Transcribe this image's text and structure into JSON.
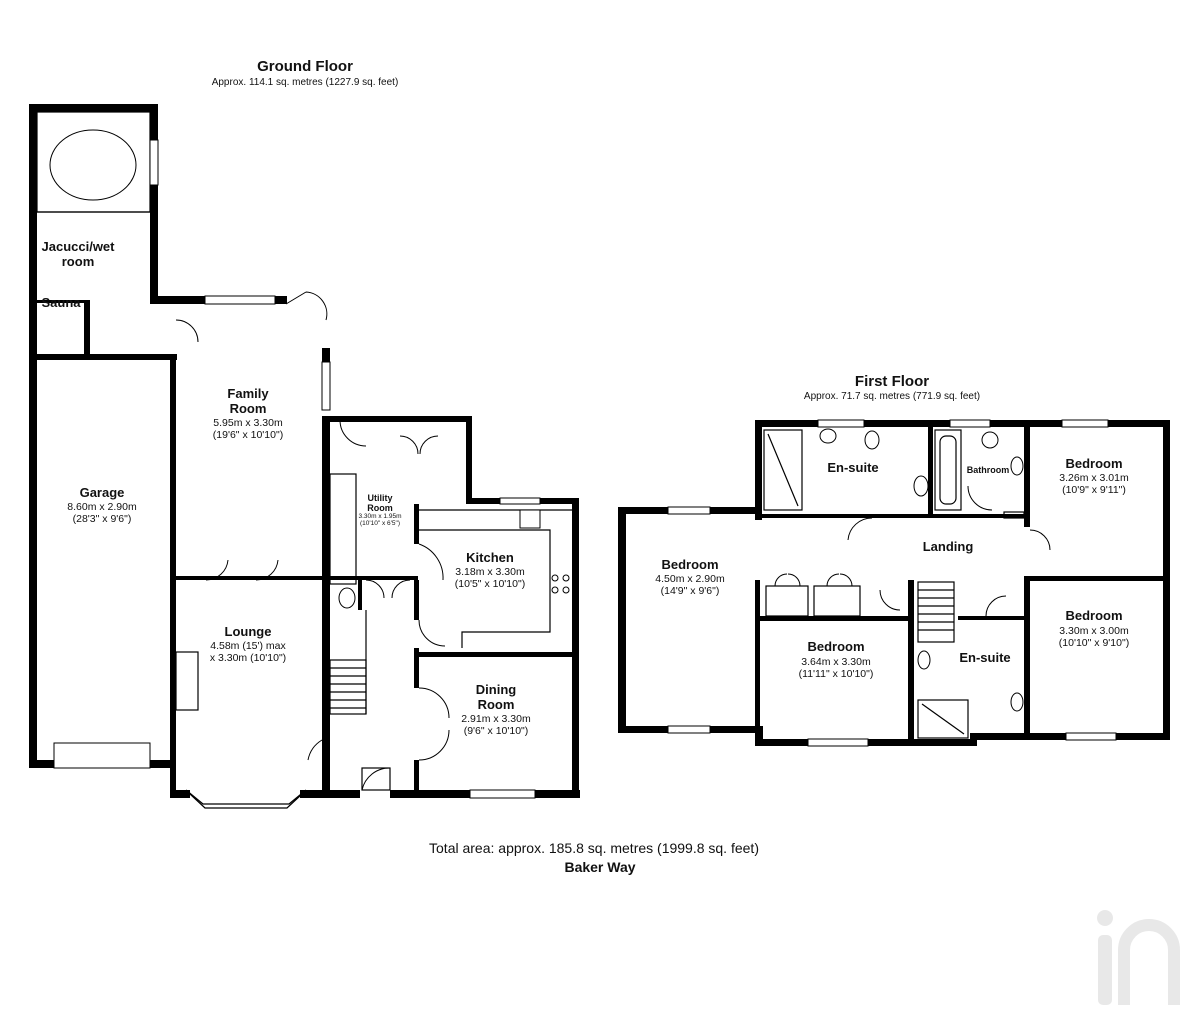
{
  "ground_floor": {
    "title": "Ground Floor",
    "area": "Approx. 114.1 sq. metres (1227.9 sq. feet)",
    "rooms": {
      "jacuzzi": {
        "name_line1": "Jacucci/wet",
        "name_line2": "room"
      },
      "sauna": {
        "name": "Sauna"
      },
      "garage": {
        "name": "Garage",
        "dim_m": "8.60m x 2.90m",
        "dim_ft": "(28'3\" x 9'6\")"
      },
      "family_room": {
        "name_line1": "Family",
        "name_line2": "Room",
        "dim_m": "5.95m x 3.30m",
        "dim_ft": "(19'6\" x 10'10\")"
      },
      "utility_room": {
        "name_line1": "Utility",
        "name_line2": "Room",
        "dim_m": "3.30m x 1.95m",
        "dim_ft": "(10'10\" x 6'5\")"
      },
      "kitchen": {
        "name": "Kitchen",
        "dim_m": "3.18m x 3.30m",
        "dim_ft": "(10'5\" x 10'10\")"
      },
      "lounge": {
        "name": "Lounge",
        "dim_m": "4.58m (15') max",
        "dim_ft": "x 3.30m (10'10\")"
      },
      "dining_room": {
        "name_line1": "Dining",
        "name_line2": "Room",
        "dim_m": "2.91m x 3.30m",
        "dim_ft": "(9'6\" x 10'10\")"
      }
    }
  },
  "first_floor": {
    "title": "First Floor",
    "area": "Approx. 71.7 sq. metres (771.9 sq. feet)",
    "rooms": {
      "ensuite_top": {
        "name": "En-suite"
      },
      "bathroom": {
        "name": "Bathroom"
      },
      "bedroom_ne": {
        "name": "Bedroom",
        "dim_m": "3.26m x 3.01m",
        "dim_ft": "(10'9\" x 9'11\")"
      },
      "landing": {
        "name": "Landing"
      },
      "bedroom_w": {
        "name": "Bedroom",
        "dim_m": "4.50m x 2.90m",
        "dim_ft": "(14'9\" x 9'6\")"
      },
      "bedroom_c": {
        "name": "Bedroom",
        "dim_m": "3.64m x 3.30m",
        "dim_ft": "(11'11\" x 10'10\")"
      },
      "ensuite_mid": {
        "name": "En-suite"
      },
      "bedroom_se": {
        "name": "Bedroom",
        "dim_m": "3.30m x 3.00m",
        "dim_ft": "(10'10\" x 9'10\")"
      }
    }
  },
  "footer": {
    "total_area": "Total area: approx. 185.8 sq. metres (1999.8 sq. feet)",
    "property_name": "Baker Way"
  },
  "colors": {
    "wall": "#000000",
    "background": "#ffffff",
    "watermark": "#e6e6e6"
  },
  "watermark_icon": "iad-logo-icon"
}
